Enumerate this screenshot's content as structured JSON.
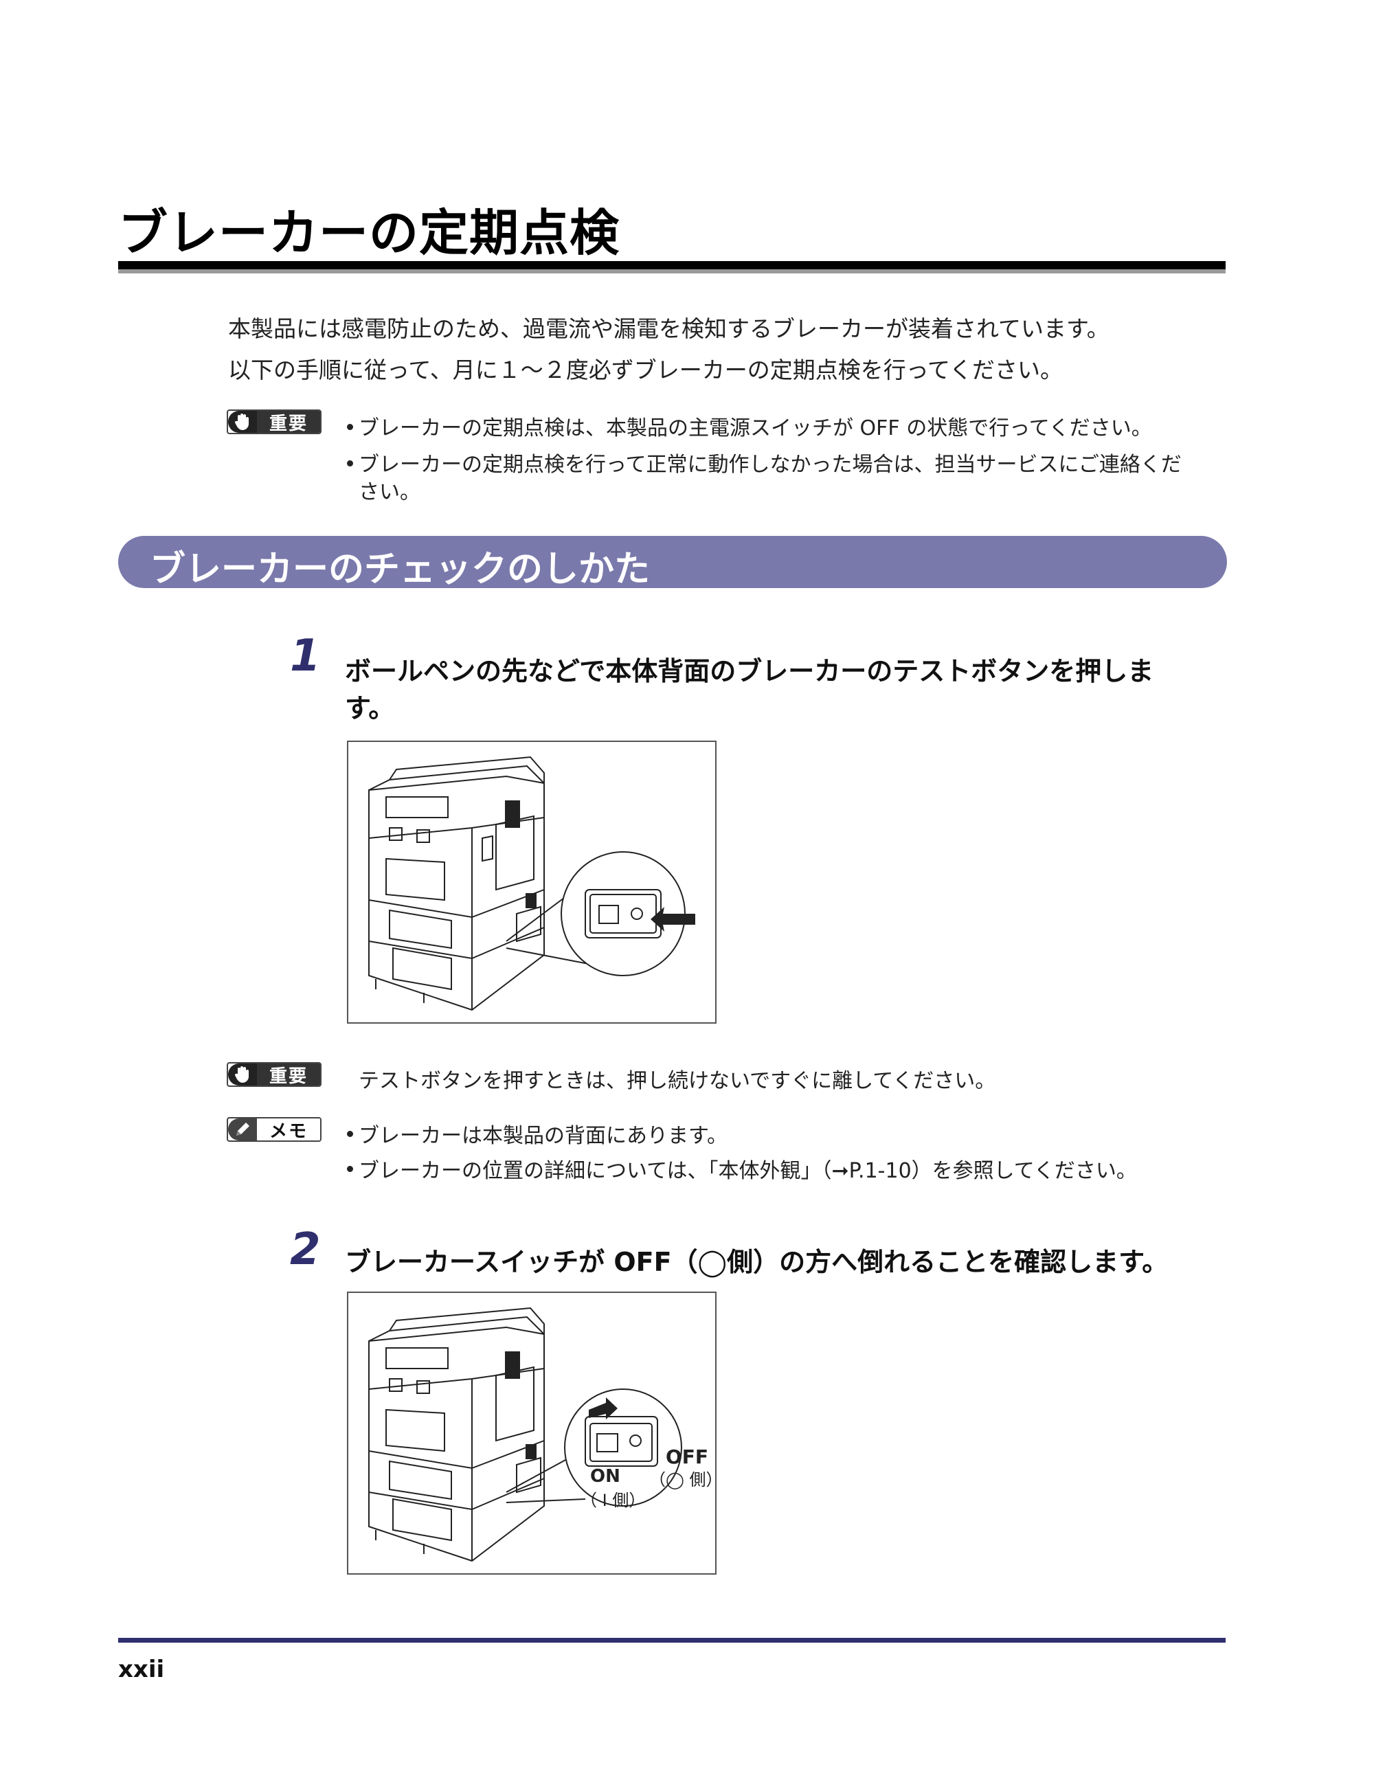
{
  "page": {
    "title": "ブレーカーの定期点検",
    "intro": [
      "本製品には感電防止のため、過電流や漏電を検知するブレーカーが装着されています。",
      "以下の手順に従って、月に１～２度必ずブレーカーの定期点検を行ってください。"
    ],
    "page_number": "xxii"
  },
  "important_1": {
    "badge": "重要",
    "items": [
      "ブレーカーの定期点検は、本製品の主電源スイッチが OFF の状態で行ってください。",
      "ブレーカーの定期点検を行って正常に動作しなかった場合は、担当サービスにご連絡くだ",
      "さい。"
    ]
  },
  "section": {
    "title": "ブレーカーのチェックのしかた"
  },
  "step1": {
    "number": "1",
    "lines": [
      "ボールペンの先などで本体背面のブレーカーのテストボタンを押しま",
      "す。"
    ]
  },
  "important_2": {
    "badge": "重要",
    "text": "テストボタンを押すときは、押し続けないですぐに離してください。"
  },
  "memo": {
    "badge": "メモ",
    "items": [
      "ブレーカーは本製品の背面にあります。",
      "ブレーカーの位置の詳細については、「本体外観」（➞P.1-10）を参照してください。"
    ]
  },
  "step2": {
    "number": "2",
    "text": "ブレーカースイッチが OFF（◯側）の方へ倒れることを確認します。"
  },
  "figure2": {
    "off_label": "OFF",
    "off_side": "（◯ 側）",
    "on_label": "ON",
    "on_side": "（ I 側）"
  },
  "colors": {
    "banner": "#7a79ab",
    "footer_rule": "#2f2f6e",
    "step_number": "#2f2f6e"
  }
}
